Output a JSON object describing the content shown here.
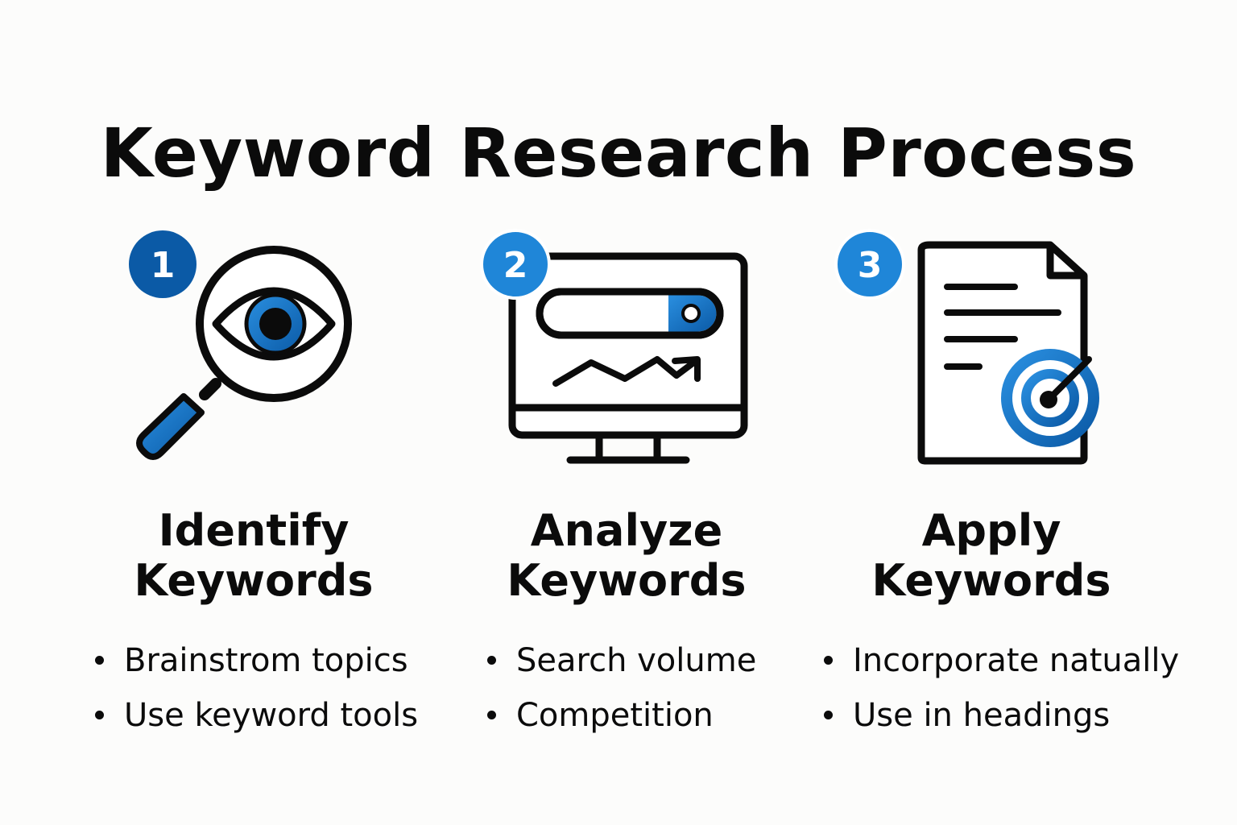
{
  "title": "Keyword Research Process",
  "colors": {
    "accent_dark": "#0b5aa6",
    "accent": "#1f86d8",
    "stroke": "#0b0b0b",
    "background": "#fcfcfb"
  },
  "steps": [
    {
      "number": "1",
      "icon": "magnifier-eye-icon",
      "title_line1": "Identify",
      "title_line2": "Keywords",
      "bullets": [
        "Brainstrom topics",
        "Use keyword tools"
      ]
    },
    {
      "number": "2",
      "icon": "monitor-search-chart-icon",
      "title_line1": "Analyze",
      "title_line2": "Keywords",
      "bullets": [
        "Search volume",
        "Competition"
      ]
    },
    {
      "number": "3",
      "icon": "document-target-icon",
      "title_line1": "Apply",
      "title_line2": "Keywords",
      "bullets": [
        "Incorporate natually",
        "Use in headings"
      ]
    }
  ]
}
